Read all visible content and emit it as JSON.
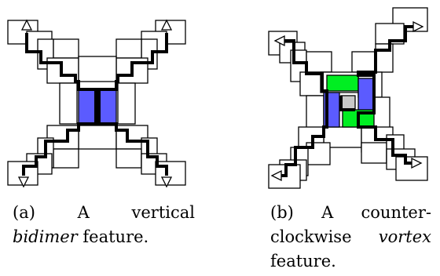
{
  "figures": [
    {
      "id": "a",
      "caption": {
        "label": "(a)",
        "word1": "A",
        "word2": "vertical",
        "term": "bidimer",
        "rest": "feature."
      }
    },
    {
      "id": "b",
      "caption": {
        "label": "(b)",
        "word1": "A",
        "word2": "counter-",
        "line2_start": "clockwise",
        "term": "vortex",
        "line3": "feature."
      }
    }
  ],
  "colors": {
    "dimer": "#5b5bff",
    "horizontal_dimer": "#00ee22",
    "center": "#c8c8c8",
    "path": "#000000",
    "tile_stroke": "#000000"
  }
}
